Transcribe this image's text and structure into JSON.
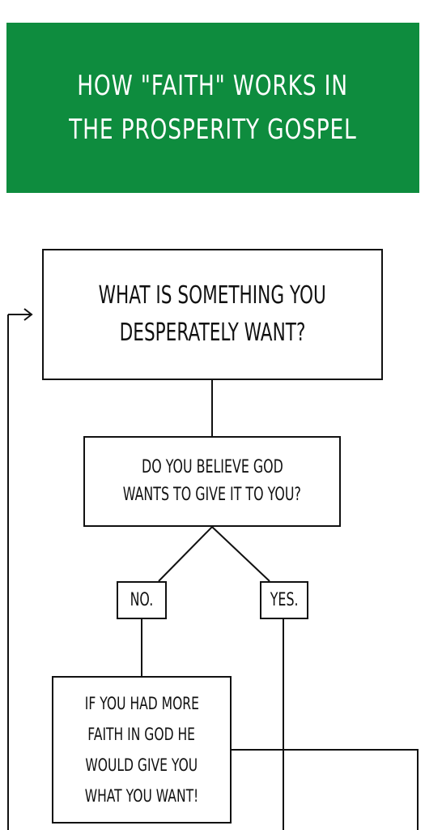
{
  "colors": {
    "banner_background": "#0e8c3e",
    "banner_text": "#ffffff",
    "ink": "#111111",
    "background": "#ffffff"
  },
  "header": {
    "title_lines": [
      "HOW \"FAITH\" WORKS IN",
      "THE PROSPERITY GOSPEL"
    ]
  },
  "flowchart": {
    "question_want": [
      "WHAT IS SOMETHING YOU",
      "DESPERATELY WANT?"
    ],
    "question_believe": [
      "DO YOU BELIEVE GOD",
      "WANTS TO GIVE IT TO YOU?"
    ],
    "answer_no": "NO.",
    "answer_yes": "YES.",
    "more_faith": [
      "IF YOU HAD MORE",
      "FAITH IN GOD HE",
      "WOULD GIVE YOU",
      "WHAT YOU WANT!"
    ]
  }
}
